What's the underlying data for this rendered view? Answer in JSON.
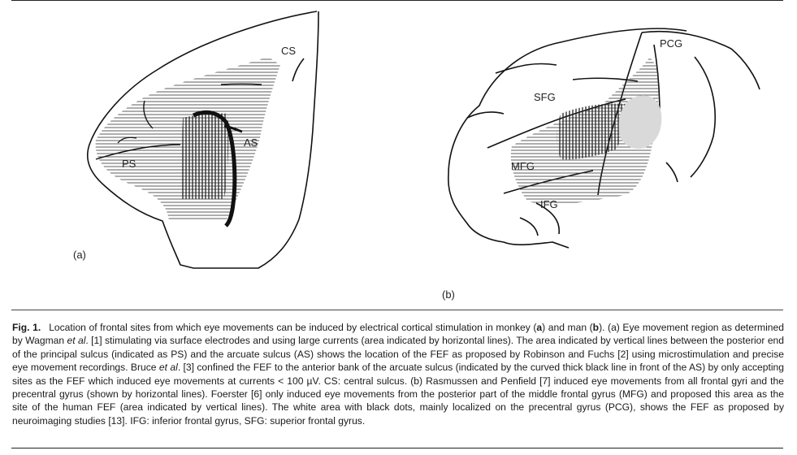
{
  "figure": {
    "panel_a": {
      "label": "(a)",
      "cs": "CS",
      "as": "AS",
      "ps": "PS"
    },
    "panel_b": {
      "label": "(b)",
      "pcg": "PCG",
      "sfg": "SFG",
      "mfg": "MFG",
      "ifg": "IFG"
    }
  },
  "caption": {
    "fig_id": "Fig. 1.",
    "t1": "Location of frontal sites from which eye movements can be induced by electrical cortical stimulation in monkey (",
    "a": "a",
    "t2": ") and man (",
    "b": "b",
    "t3": "). (a) Eye movement region as determined by Wagman ",
    "etal1": "et al",
    "t4": ". [1] stimulating via surface electrodes and using large currents (area indicated by horizontal lines). The area indicated by vertical lines between the posterior end of the principal sulcus (indicated as PS) and the arcuate sulcus (AS) shows the location of the FEF as proposed by Robinson and Fuchs [2] using microstimulation and precise eye movement recordings. Bruce ",
    "etal2": "et al",
    "t5": ". [3] confined the FEF to the anterior bank of the arcuate sulcus (indicated by the curved thick black line in front of the AS) by only accepting sites as the FEF which induced eye movements at currents < 100 µV. CS: central sulcus. (b) Rasmussen and Penfield [7] induced eye movements from all frontal gyri and the precentral gyrus (shown by horizontal lines). Foerster [6] only induced eye movements from the posterior part of the middle frontal gyrus (MFG) and proposed this area as the site of the human FEF (area indicated by vertical lines). The white area with black dots, mainly localized on the precentral gyrus (PCG), shows the FEF as proposed by neuroimaging studies [13]. IFG: inferior frontal gyrus, SFG: superior frontal gyrus."
  }
}
